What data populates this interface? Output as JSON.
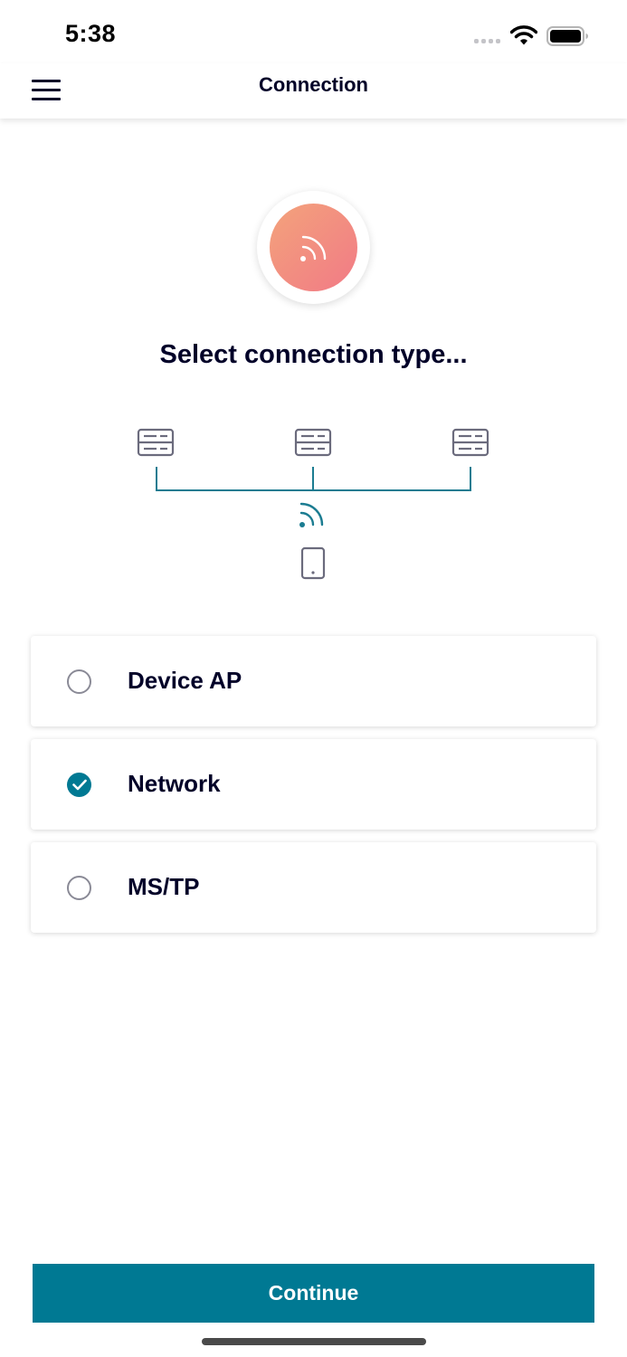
{
  "status_bar": {
    "time": "5:38",
    "icons": [
      "cellular-signal-icon",
      "wifi-icon",
      "battery-icon"
    ]
  },
  "nav": {
    "title": "Connection",
    "menu_icon": "hamburger-menu-icon"
  },
  "hero": {
    "icon": "wireless-signal-icon",
    "gradient": [
      "#f3a37b",
      "#f27a86"
    ]
  },
  "heading": "Select connection type...",
  "diagram": {
    "icons": [
      "device-icon",
      "device-icon",
      "device-icon",
      "wireless-signal-icon",
      "phone-icon"
    ],
    "line_color": "#1b7c91"
  },
  "options": [
    {
      "label": "Device AP",
      "selected": false
    },
    {
      "label": "Network",
      "selected": true
    },
    {
      "label": "MS/TP",
      "selected": false
    }
  ],
  "continue_label": "Continue",
  "colors": {
    "accent": "#007993",
    "text": "#000028",
    "radio_border": "#8a8a96"
  }
}
